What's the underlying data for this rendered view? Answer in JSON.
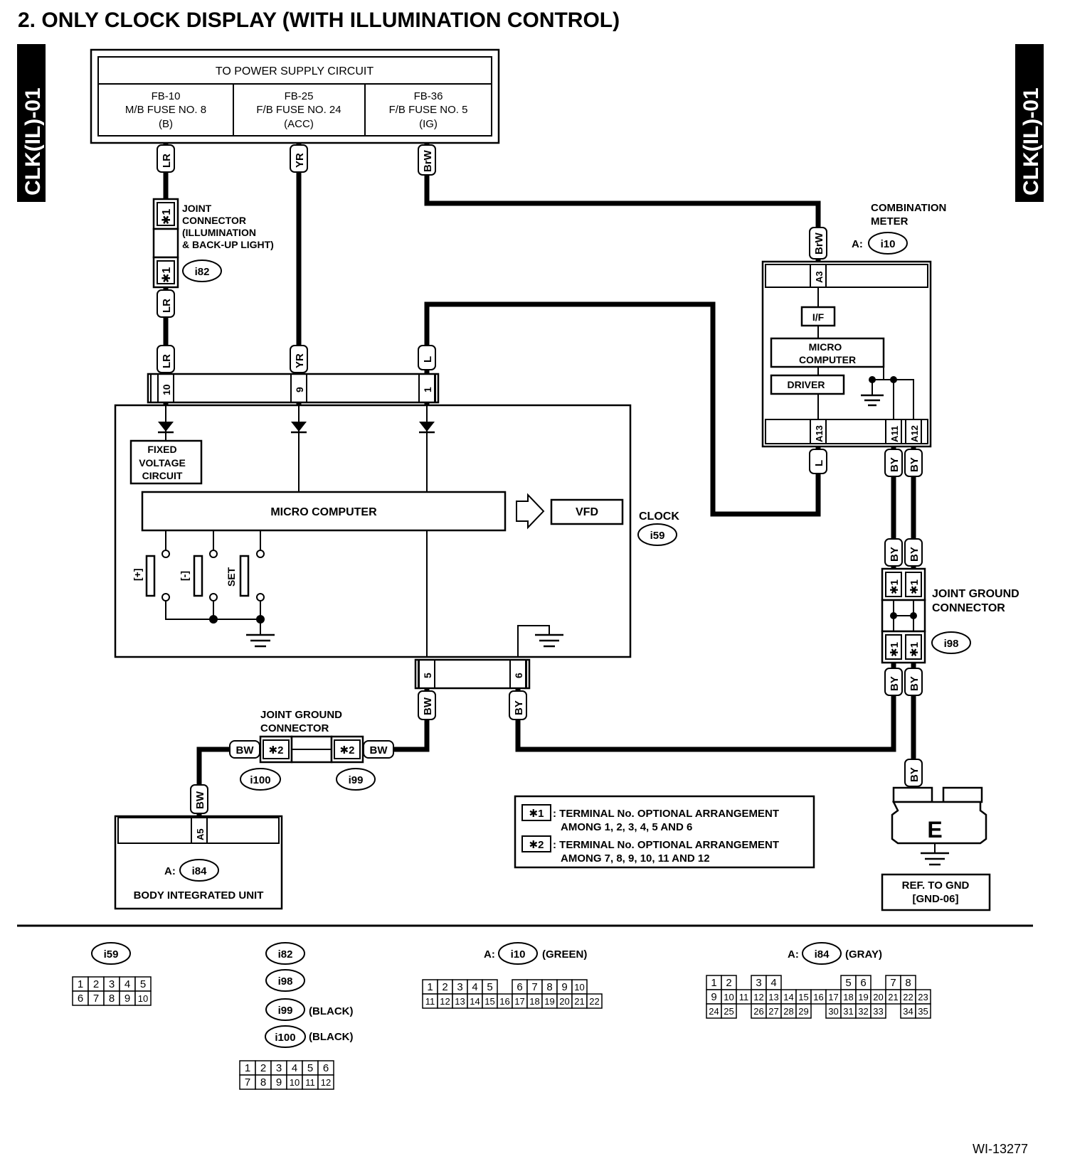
{
  "title": "2.  ONLY CLOCK DISPLAY (WITH ILLUMINATION CONTROL)",
  "side_tag": "CLK(IL)-01",
  "figure_id": "WI-13277",
  "power_supply": {
    "header": "TO POWER SUPPLY CIRCUIT",
    "fuses": [
      {
        "id": "FB-10",
        "name": "M/B FUSE NO. 8",
        "mode": "(B)"
      },
      {
        "id": "FB-25",
        "name": "F/B FUSE NO. 24",
        "mode": "(ACC)"
      },
      {
        "id": "FB-36",
        "name": "F/B FUSE NO. 5",
        "mode": "(IG)"
      }
    ]
  },
  "wire_colors": {
    "lr": "LR",
    "yr": "YR",
    "brw": "BrW",
    "l": "L",
    "bw": "BW",
    "by": "BY"
  },
  "joint_connector": {
    "lines": [
      "JOINT",
      "CONNECTOR",
      "(ILLUMINATION",
      "& BACK-UP LIGHT)"
    ],
    "code": "i82",
    "terminal_mark": "✱1"
  },
  "combination_meter": {
    "lines": [
      "COMBINATION",
      "METER"
    ],
    "prefix": "A:",
    "code": "i10",
    "pins": {
      "a3": "A3",
      "a13": "A13",
      "a11": "A11",
      "a12": "A12"
    },
    "blocks": {
      "if": "I/F",
      "micro1": "MICRO",
      "micro2": "COMPUTER",
      "driver": "DRIVER"
    }
  },
  "clock": {
    "label": "CLOCK",
    "code": "i59",
    "pins_top": [
      "10",
      "9",
      "1"
    ],
    "pins_bottom": [
      "5",
      "6"
    ],
    "fixed_voltage": [
      "FIXED",
      "VOLTAGE",
      "CIRCUIT"
    ],
    "micro": "MICRO COMPUTER",
    "vfd": "VFD",
    "switches": [
      "[+]",
      "[-]",
      "SET"
    ]
  },
  "joint_ground_right": {
    "lines": [
      "JOINT GROUND",
      "CONNECTOR"
    ],
    "code": "i98",
    "mark": "✱1"
  },
  "joint_ground_bottom": {
    "lines": [
      "JOINT GROUND",
      "CONNECTOR"
    ],
    "codes": [
      "i100",
      "i99"
    ],
    "mark": "✱2"
  },
  "body_unit": {
    "label": "BODY INTEGRATED UNIT",
    "prefix": "A:",
    "code": "i84",
    "pin": "A5"
  },
  "ground": {
    "letter": "E",
    "ref": [
      "REF. TO GND",
      "[GND-06]"
    ]
  },
  "notes": [
    {
      "mark": "✱1",
      "text": [
        ": TERMINAL No. OPTIONAL ARRANGEMENT",
        "AMONG 1, 2, 3, 4, 5 AND 6"
      ]
    },
    {
      "mark": "✱2",
      "text": [
        ": TERMINAL No. OPTIONAL ARRANGEMENT",
        "AMONG 7, 8, 9, 10, 11 AND 12"
      ]
    }
  ],
  "connector_views": {
    "i59": {
      "code": "i59",
      "rows": [
        [
          "1",
          "2",
          "3",
          "4",
          "5"
        ],
        [
          "6",
          "7",
          "8",
          "9",
          "10"
        ]
      ]
    },
    "small": {
      "codes": [
        "i82",
        "i98",
        "i99",
        "i100"
      ],
      "color_i99": "(BLACK)",
      "color_i100": "(BLACK)",
      "rows": [
        [
          "1",
          "2",
          "3",
          "4",
          "5",
          "6"
        ],
        [
          "7",
          "8",
          "9",
          "10",
          "11",
          "12"
        ]
      ]
    },
    "i10": {
      "prefix": "A:",
      "code": "i10",
      "color": "(GREEN)",
      "rows": [
        [
          "1",
          "2",
          "3",
          "4",
          "5",
          "",
          "6",
          "7",
          "8",
          "9",
          "10"
        ],
        [
          "11",
          "12",
          "13",
          "14",
          "15",
          "16",
          "17",
          "18",
          "19",
          "20",
          "21",
          "22"
        ]
      ]
    },
    "i84": {
      "prefix": "A:",
      "code": "i84",
      "color": "(GRAY)",
      "rows": [
        [
          "1",
          "2",
          "",
          "3",
          "4",
          "",
          "",
          "",
          "",
          "5",
          "6",
          "",
          "7",
          "8"
        ],
        [
          "9",
          "10",
          "11",
          "12",
          "13",
          "14",
          "15",
          "16",
          "17",
          "18",
          "19",
          "20",
          "21",
          "22",
          "23"
        ],
        [
          "24",
          "25",
          "",
          "26",
          "27",
          "28",
          "29",
          "",
          "30",
          "31",
          "32",
          "33",
          "",
          "34",
          "35"
        ]
      ]
    }
  }
}
